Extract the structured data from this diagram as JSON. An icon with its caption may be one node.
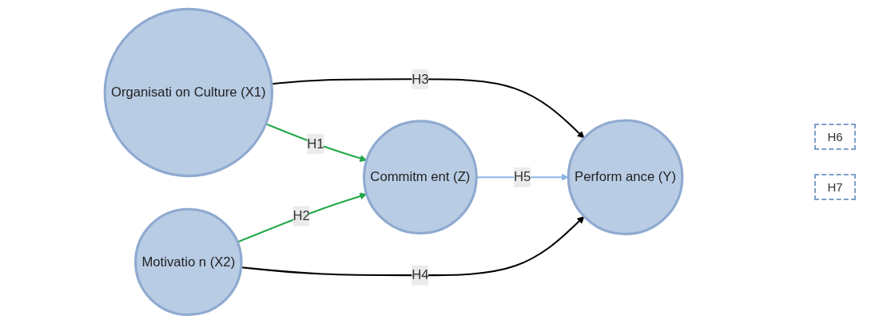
{
  "diagram": {
    "nodes": [
      {
        "text": [
          "Organisati on Culture (X1)"
        ]
      },
      {
        "text": [
          "Motivatio n (X2)"
        ]
      },
      {
        "text": [
          "Commitm ent (Z)"
        ]
      },
      {
        "text": [
          "Perform ance (Y)"
        ]
      }
    ],
    "edges": [
      {
        "from": 0,
        "to": 3,
        "arrow": "to",
        "label": "H3"
      },
      {
        "from": 0,
        "to": 2,
        "arrow": "to",
        "label": "H1",
        "color": "#22a84a"
      },
      {
        "from": 1,
        "to": 2,
        "arrow": "to",
        "label": "H2",
        "color": "#22a84a"
      },
      {
        "from": 2,
        "to": 3,
        "arrow": "to",
        "label": "H5",
        "color": "#8eb4e3"
      },
      {
        "from": 1,
        "to": 3,
        "arrow": "to",
        "label": "H4"
      }
    ],
    "labels": [
      "H6",
      "H7"
    ]
  }
}
